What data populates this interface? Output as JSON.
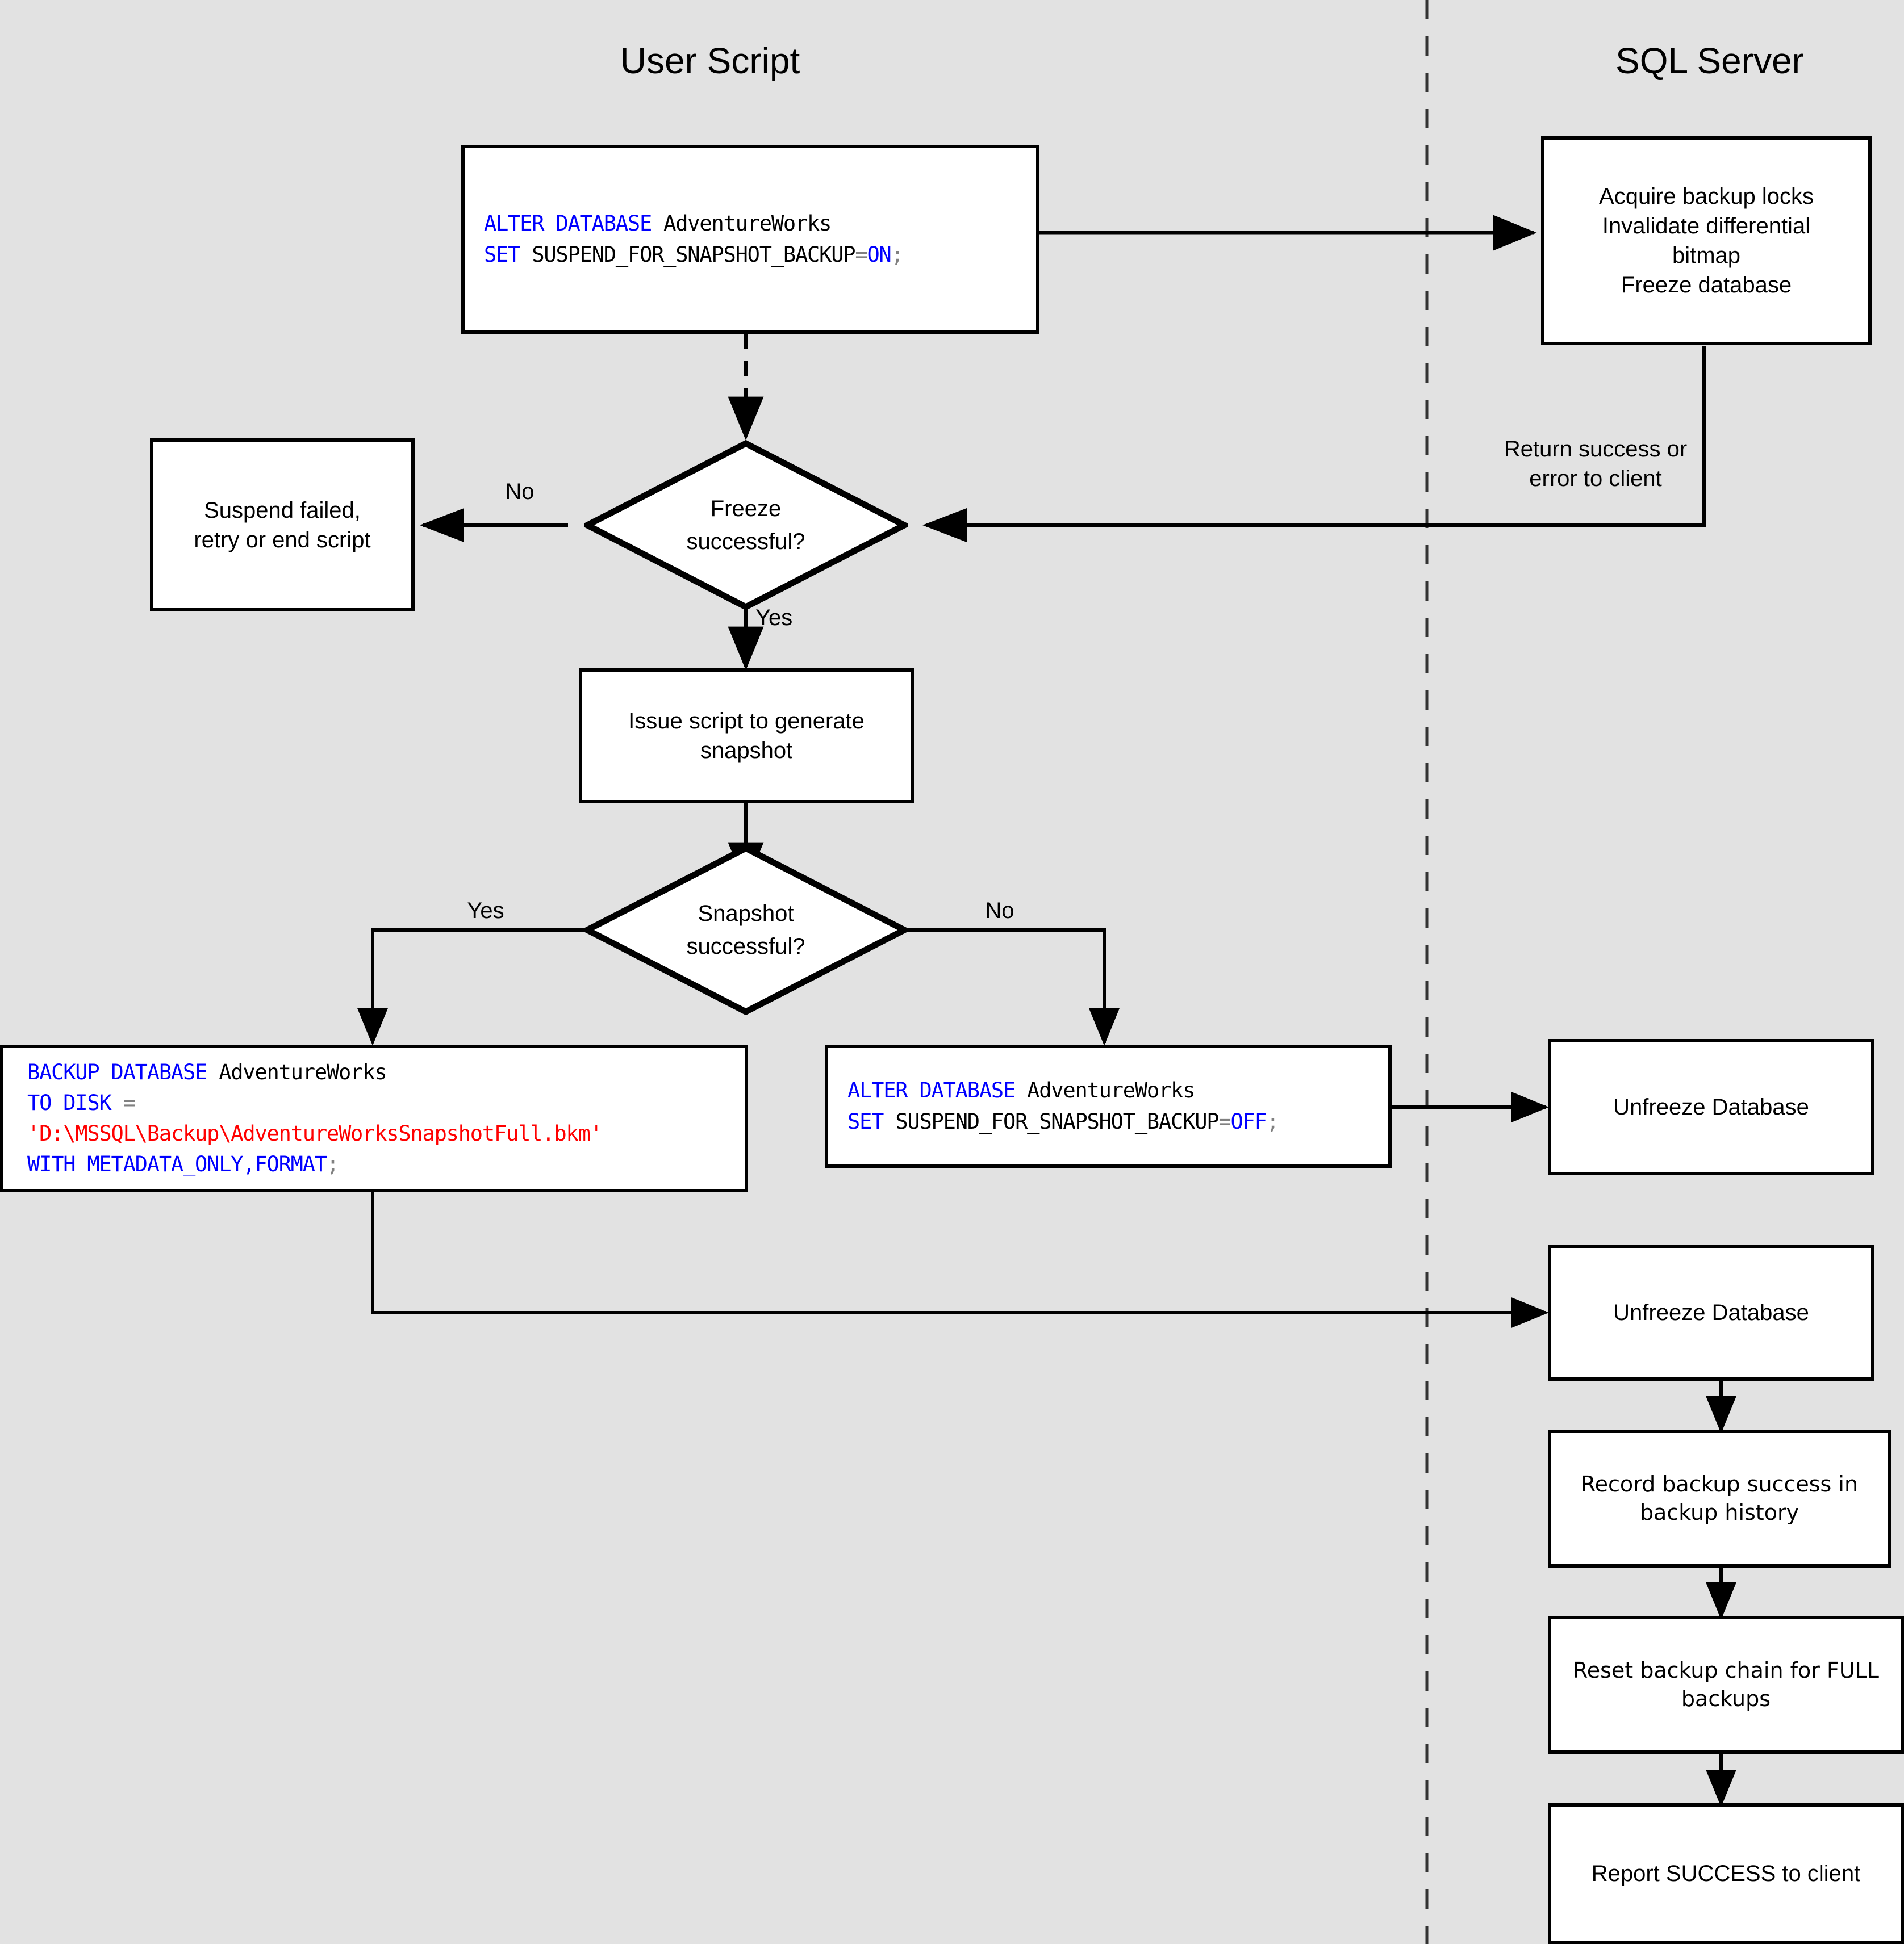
{
  "diagram": {
    "title_left": "User Script",
    "title_right": "SQL Server",
    "background_color": "#e2e2e2",
    "node_fill": "#ffffff",
    "stroke_color": "#000000",
    "code_colors": {
      "keyword": "#0000ff",
      "operator": "#808080",
      "string": "#ff0000",
      "plain": "#000000"
    }
  },
  "nodes": {
    "alter_on": {
      "line1_kw": "ALTER DATABASE",
      "line1_obj": "AdventureWorks",
      "line2_kw": "SET",
      "line2_opt": "SUSPEND_FOR_SNAPSHOT_BACKUP",
      "line2_eq": "=",
      "line2_val": "ON",
      "line2_end": ";"
    },
    "acquire_locks": "Acquire backup locks\nInvalidate differential\nbitmap\nFreeze database",
    "suspend_failed": "Suspend failed,\nretry or end script",
    "freeze_decision": "Freeze\nsuccessful?",
    "issue_script": "Issue script to generate\nsnapshot",
    "snapshot_decision": "Snapshot\nsuccessful?",
    "backup_database": {
      "line1_kw": "BACKUP DATABASE",
      "line1_obj": "AdventureWorks",
      "line2_kw": "TO DISK",
      "line2_eq": "=",
      "line3_str": "'D:\\MSSQL\\Backup\\AdventureWorksSnapshotFull.bkm'",
      "line4_kw": "WITH METADATA_ONLY,FORMAT",
      "line4_end": ";"
    },
    "alter_off": {
      "line1_kw": "ALTER DATABASE",
      "line1_obj": "AdventureWorks",
      "line2_kw": "SET",
      "line2_opt": "SUSPEND_FOR_SNAPSHOT_BACKUP",
      "line2_eq": "=",
      "line2_val": "OFF",
      "line2_end": ";"
    },
    "unfreeze_1": "Unfreeze Database",
    "unfreeze_2": "Unfreeze Database",
    "record_history": "Record backup success in\nbackup history",
    "reset_chain": "Reset backup chain for FULL\nbackups",
    "report_success": "Report SUCCESS to client"
  },
  "edge_labels": {
    "freeze_no": "No",
    "freeze_yes": "Yes",
    "return_client": "Return success or\nerror to client",
    "snapshot_yes": "Yes",
    "snapshot_no": "No"
  }
}
